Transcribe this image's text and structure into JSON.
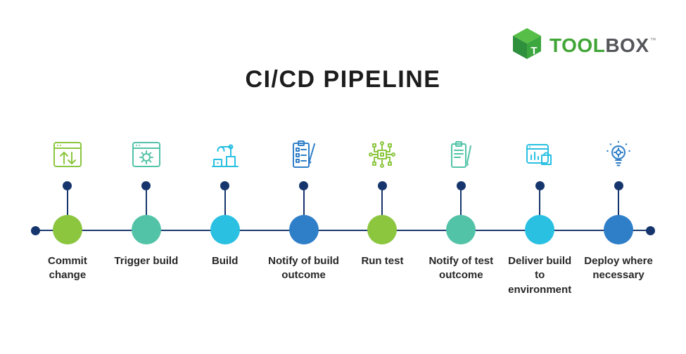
{
  "logo": {
    "tool": "TOOL",
    "box": "BOX",
    "trademark": "™"
  },
  "title": "CI/CD PIPELINE",
  "palette": {
    "green": "#8CC63F",
    "teal": "#53C3A8",
    "cyan": "#29C0E2",
    "blue": "#2F7EC8",
    "navy": "#16356D",
    "logo_green": "#41A536",
    "logo_gray": "#55565A"
  },
  "steps": [
    {
      "label": "Commit change",
      "icon": "window-updown-arrows-icon",
      "color": "#8CC63F"
    },
    {
      "label": "Trigger build",
      "icon": "window-gear-icon",
      "color": "#53C3A8"
    },
    {
      "label": "Build",
      "icon": "robot-arm-icon",
      "color": "#29C0E2"
    },
    {
      "label": "Notify of build outcome",
      "icon": "checklist-pen-icon",
      "color": "#2F7EC8"
    },
    {
      "label": "Run test",
      "icon": "chip-circuit-icon",
      "color": "#8CC63F"
    },
    {
      "label": "Notify of test outcome",
      "icon": "clipboard-pencil-icon",
      "color": "#53C3A8"
    },
    {
      "label": "Deliver build to environment",
      "icon": "window-puzzle-icon",
      "color": "#29C0E2"
    },
    {
      "label": "Deploy where necessary",
      "icon": "idea-bulb-icon",
      "color": "#2F7EC8"
    }
  ]
}
